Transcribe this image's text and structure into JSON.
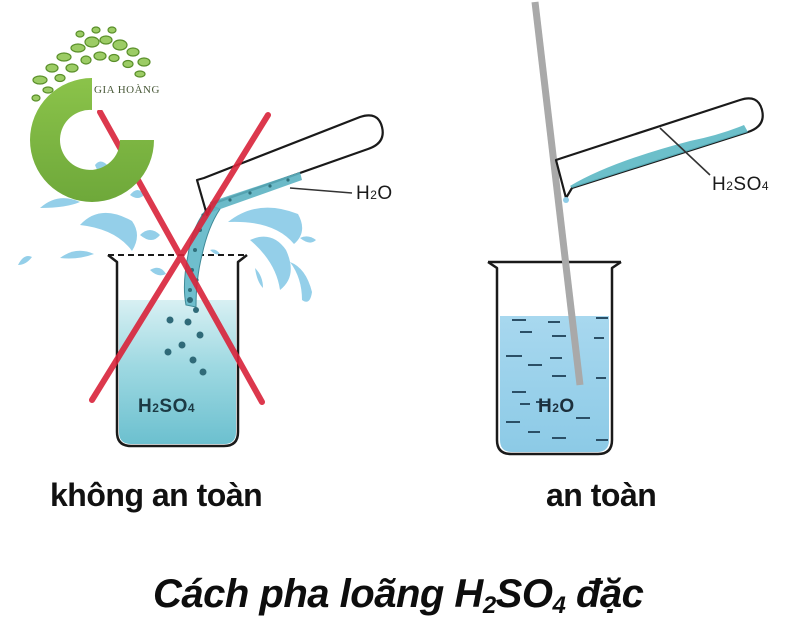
{
  "logo": {
    "brand_text": "GIA HOÀNG",
    "color": "#7cb342"
  },
  "left_panel": {
    "status_label": "không an toàn",
    "test_tube_label": {
      "prefix": "H",
      "sub": "2",
      "suffix": "O"
    },
    "beaker_label": {
      "p1": "H",
      "s1": "2",
      "p2": "SO",
      "s2": "4"
    },
    "cross_color": "#d9233a",
    "liquid_color": "#7fcad6"
  },
  "right_panel": {
    "status_label": "an toàn",
    "test_tube_label": {
      "p1": "H",
      "s1": "2",
      "p2": "SO",
      "s2": "4"
    },
    "beaker_label": {
      "prefix": "H",
      "sub": "2",
      "suffix": "O"
    },
    "rod_color": "#a9a9a9",
    "liquid_color": "#8cc8e6"
  },
  "caption": {
    "p1": "Cách pha loãng H",
    "s1": "2",
    "p2": "SO",
    "s2": "4",
    "p3": " đặc"
  }
}
